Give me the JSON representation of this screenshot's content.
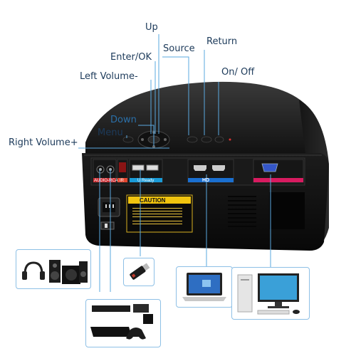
{
  "labels": {
    "up": "Up",
    "enter_ok": "Enter/OK",
    "source": "Source",
    "return": "Return",
    "left_volume": "Left Volume-",
    "on_off": "On/ Off",
    "down": "Down",
    "menu": "Menu",
    "right_volume": "Right Volume+"
  },
  "panel": {
    "audio_label": "AUDIO-RCA",
    "ir_label": "IR",
    "usb_label": "U Ready",
    "hdmi_label": "HD",
    "vga_label": "",
    "caution_title": "CAUTION"
  },
  "devices": [
    {
      "id": "speakers-headphones",
      "icon": "speaker-icon"
    },
    {
      "id": "usb-drive",
      "icon": "usb-drive-icon"
    },
    {
      "id": "laptop",
      "icon": "laptop-icon"
    },
    {
      "id": "desktop-pc",
      "icon": "desktop-pc-icon"
    },
    {
      "id": "media-boxes-console",
      "icon": "game-console-icon"
    }
  ],
  "colors": {
    "line": "#5aa8df",
    "label_text": "#1c3a5a",
    "audio_strip": "#c8262b",
    "usb_strip": "#1a9bd7",
    "hdmi_strip": "#1a6fd0",
    "vga_strip": "#d81b60"
  }
}
